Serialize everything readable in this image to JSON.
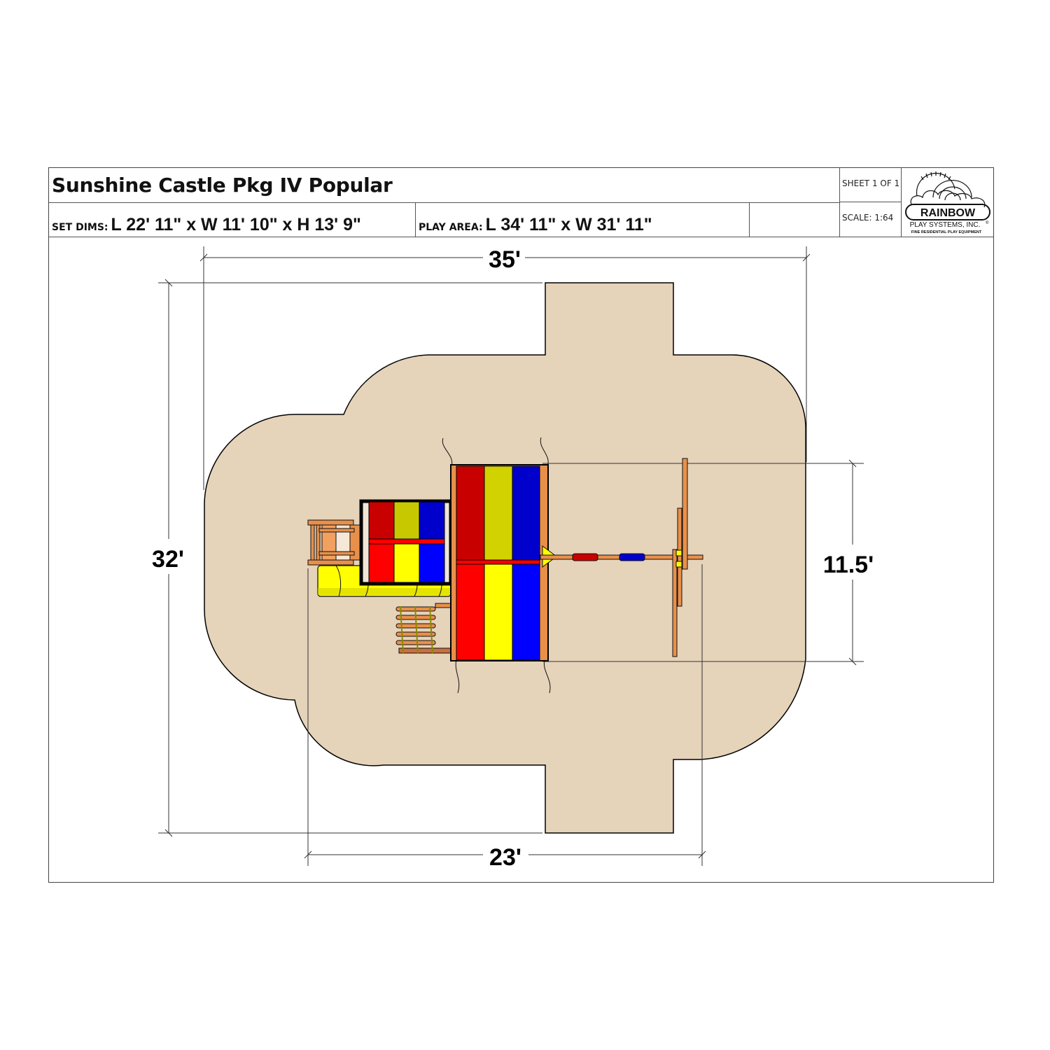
{
  "title_block": {
    "title": "Sunshine Castle Pkg IV Popular",
    "set_dims_label": "SET DIMS:",
    "set_dims_value": "L 22' 11\" x W 11' 10\" x H 13' 9\"",
    "play_area_label": "PLAY AREA:",
    "play_area_value": "L 34' 11\" x W 31' 11\"",
    "sheet": "SHEET 1 OF 1",
    "scale": "SCALE: 1:64"
  },
  "logo": {
    "brand": "RAINBOW",
    "company": "PLAY SYSTEMS, INC.",
    "registered_mark": "®",
    "tagline": "FINE RESIDENTIAL PLAY EQUIPMENT"
  },
  "dimensions": {
    "play_area_length": "35'",
    "play_area_width": "32'",
    "set_length": "23'",
    "set_width": "11.5'"
  },
  "colors": {
    "play_area_fill": "#E5D3BA",
    "roof_red_dark": "#C80000",
    "roof_red": "#FF0000",
    "roof_yellow_dark": "#D2D200",
    "roof_yellow": "#FFFF00",
    "roof_blue_dark": "#0000CC",
    "roof_blue": "#0000FF",
    "wood": "#E8904A",
    "wood_dark": "#B8602A",
    "outline": "#000000"
  }
}
